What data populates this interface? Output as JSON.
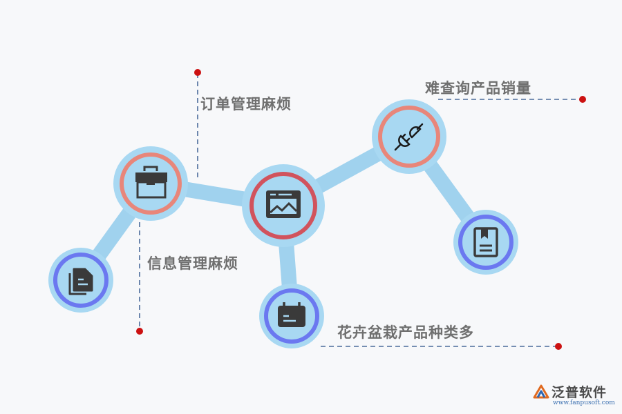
{
  "labels": {
    "order": "订单管理麻烦",
    "info": "信息管理麻烦",
    "sales": "难查询产品销量",
    "types": "花卉盆栽产品种类多"
  },
  "logo": {
    "name": "泛普软件",
    "url": "www.fanpusoft.com"
  },
  "icons": {
    "node1": "document-icon",
    "node2": "toolbox-icon",
    "node3": "image-card-icon",
    "node4": "calendar-icon",
    "node5": "plug-icon",
    "node6": "bookmark-book-icon"
  },
  "colors": {
    "connector": "#a0d2ee",
    "node_fill": "#a8d8f2",
    "ring_blue": "#6b78f0",
    "ring_salmon": "#e8867a",
    "ring_red": "#d1535d",
    "icon": "#3a3a3a",
    "dash": "#4a6a9a",
    "dot": "#cc1111",
    "label": "#6f6f6f"
  }
}
